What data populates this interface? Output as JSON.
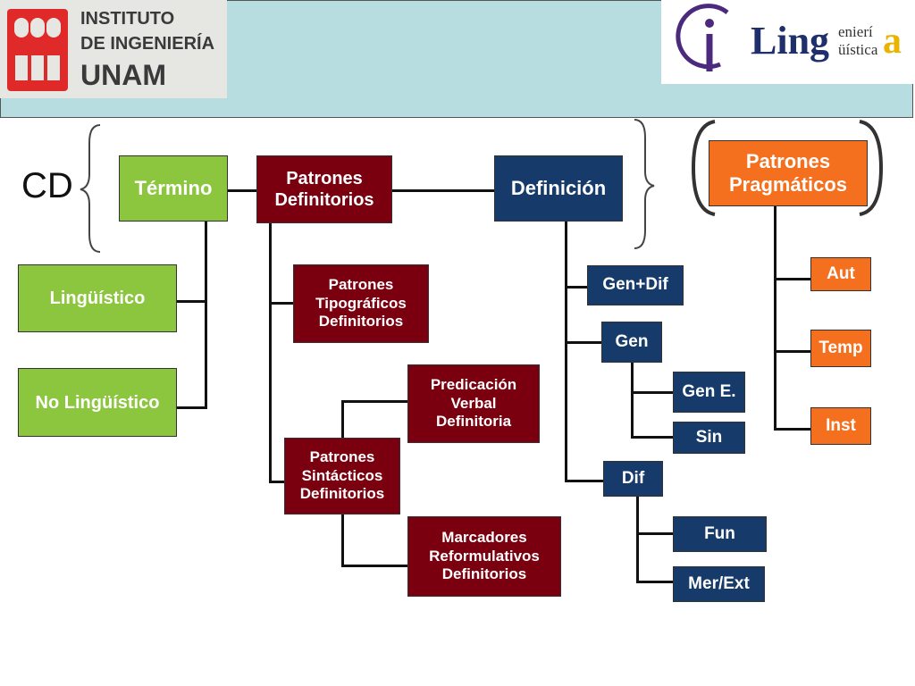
{
  "header": {
    "institute_line1": "INSTITUTO",
    "institute_line2": "DE INGENIERÍA",
    "institute_line3": "UNAM",
    "brand_L": "Ling",
    "brand_sup": "enierí",
    "brand_sub": "üística",
    "brand_a": "a"
  },
  "diagram": {
    "cd_label": "CD",
    "termino": "Término",
    "linguistico": "Lingüístico",
    "no_linguistico": "No Lingüístico",
    "patrones_definitorios": [
      "Patrones",
      "Definitorios"
    ],
    "patrones_tipograficos": [
      "Patrones",
      "Tipográficos",
      "Definitorios"
    ],
    "patrones_sintacticos": [
      "Patrones",
      "Sintácticos",
      "Definitorios"
    ],
    "predicacion_verbal": [
      "Predicación",
      "Verbal",
      "Definitoria"
    ],
    "marcadores_reformulativos": [
      "Marcadores",
      "Reformulativos",
      "Definitorios"
    ],
    "definicion": "Definición",
    "gen_dif": "Gen+Dif",
    "gen": "Gen",
    "gen_e": "Gen E.",
    "sin": "Sin",
    "dif": "Dif",
    "fun": "Fun",
    "mer_ext": "Mer/Ext",
    "patrones_pragmaticos": [
      "Patrones",
      "Pragmáticos"
    ],
    "aut": "Aut",
    "temp": "Temp",
    "inst": "Inst"
  },
  "colors": {
    "green": "#8cc63f",
    "dark_red": "#7a0010",
    "navy": "#163b6b",
    "orange": "#f4701f",
    "header_band": "#b8dde0"
  }
}
